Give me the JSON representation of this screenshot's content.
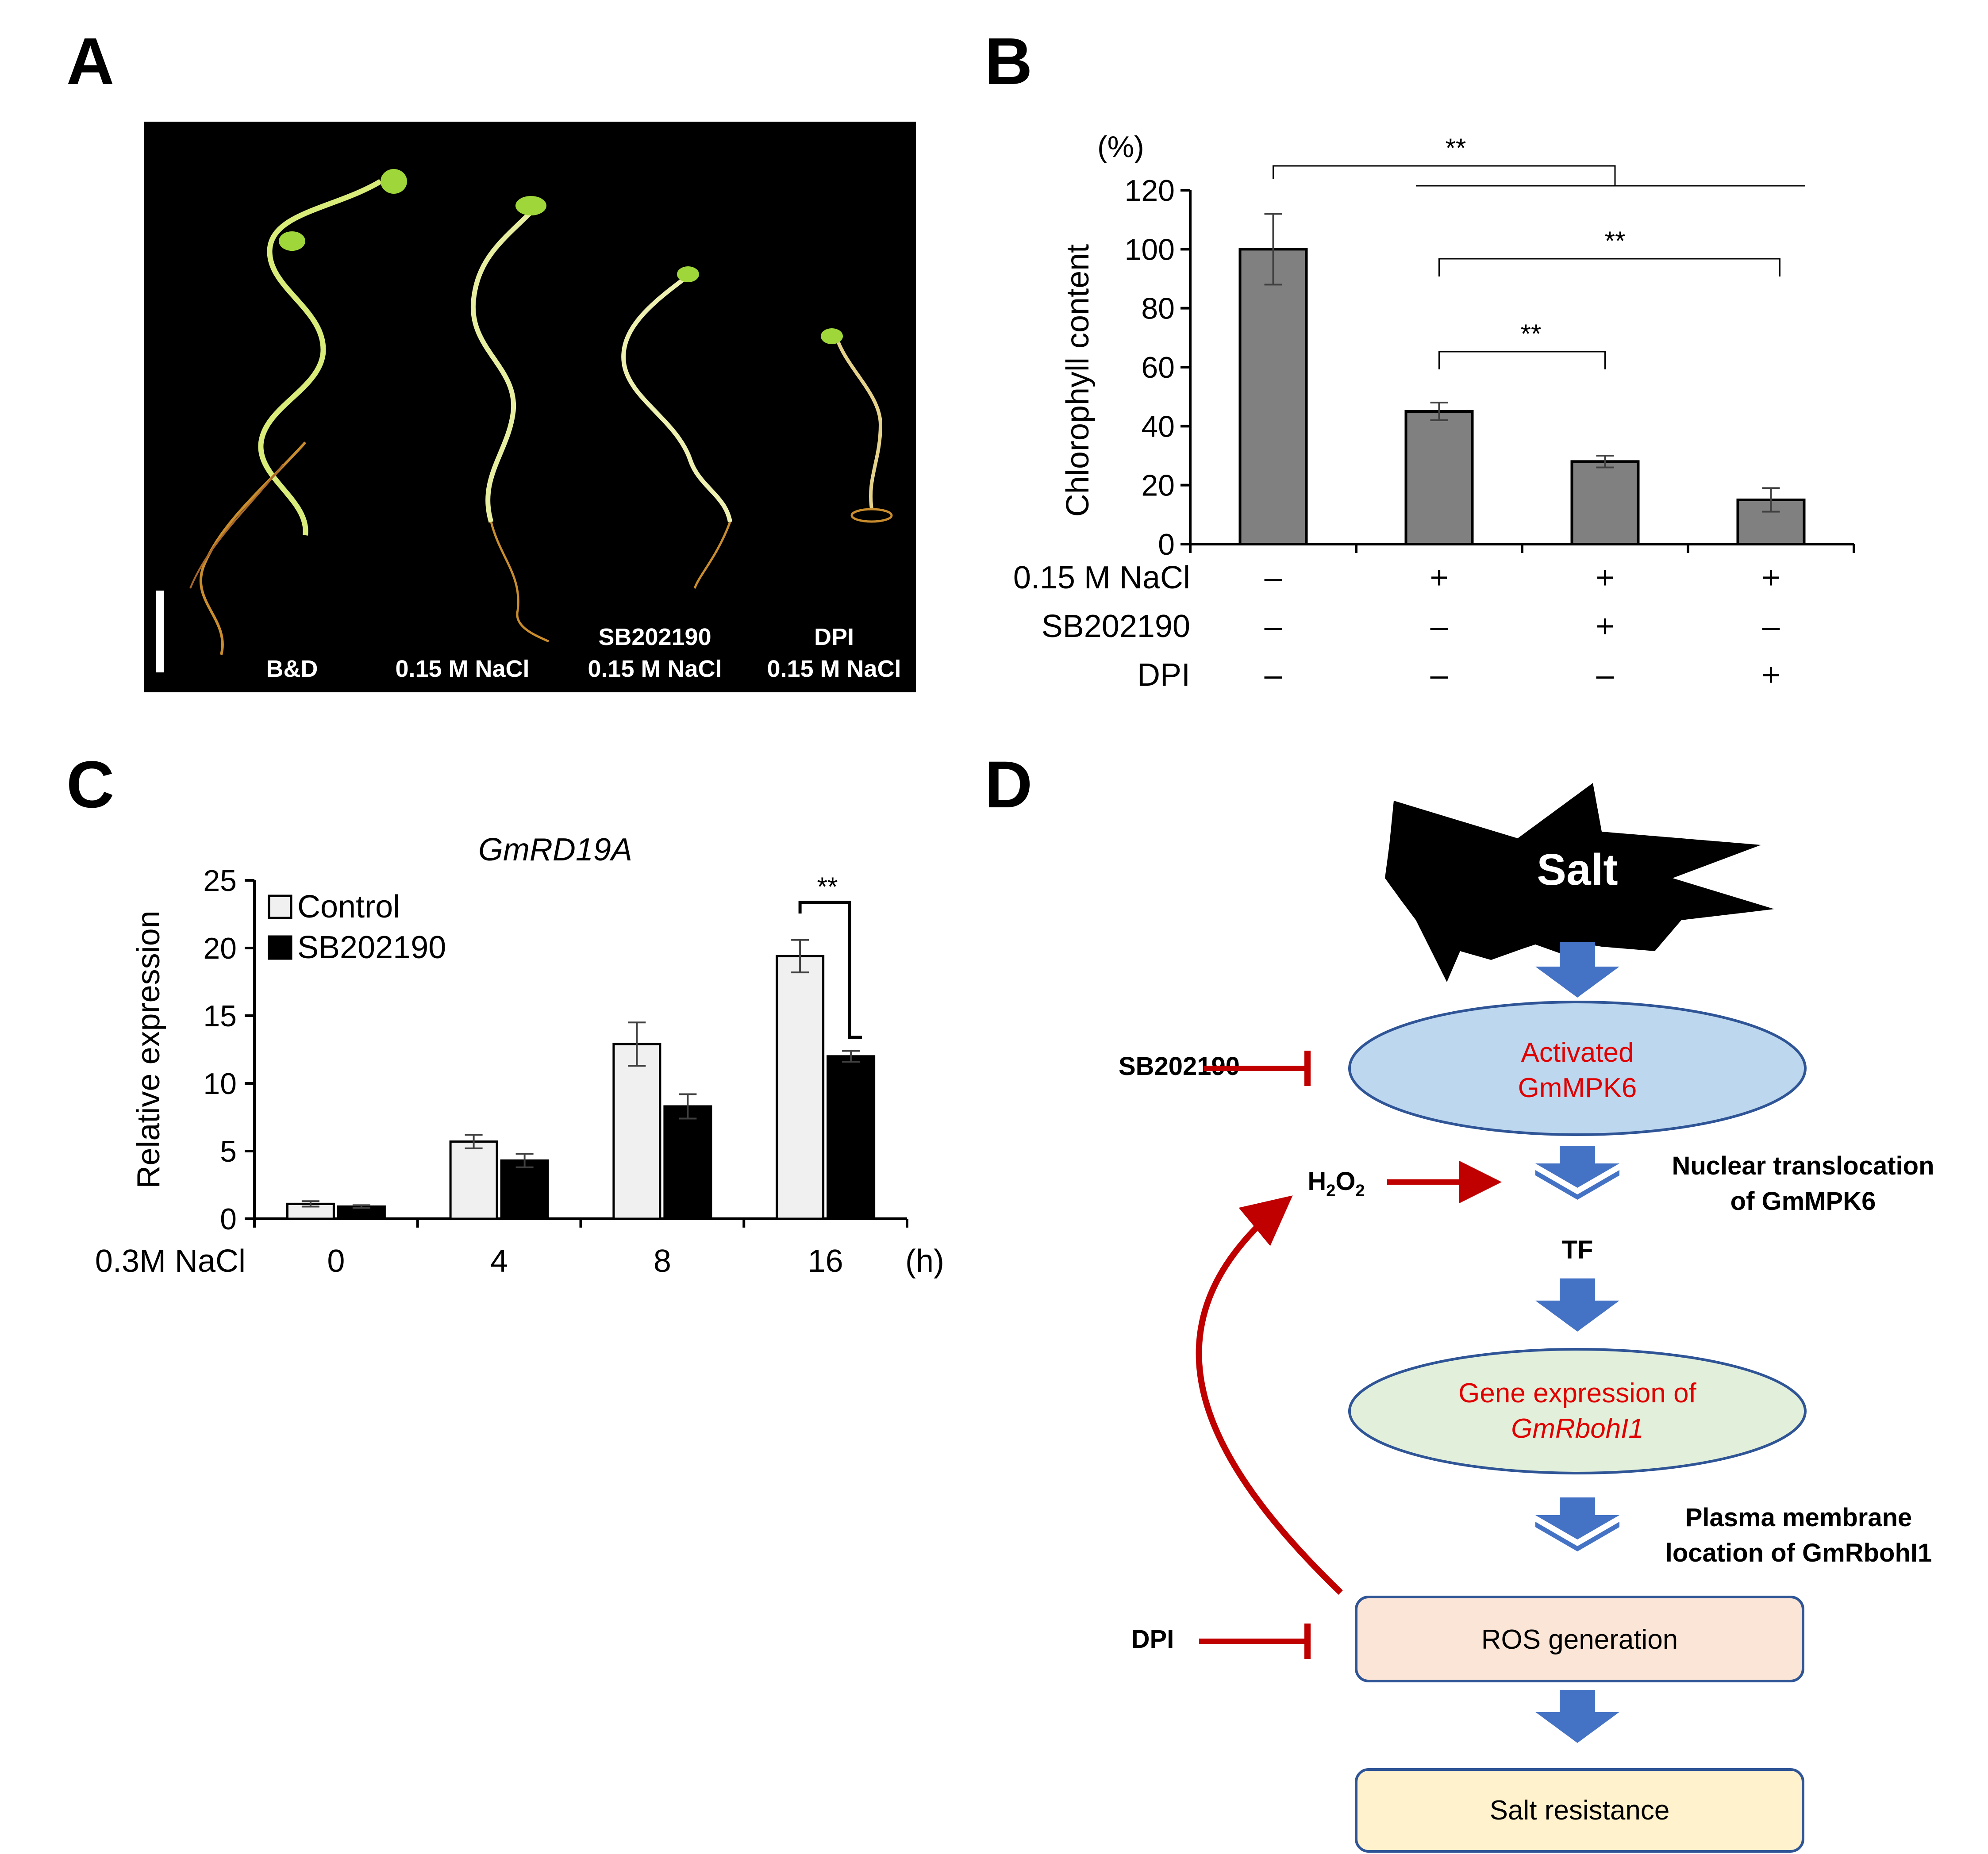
{
  "panels": {
    "A": {
      "letter": "A",
      "labels": [
        "B&D",
        "0.15 M NaCl",
        "SB202190",
        "0.15 M NaCl",
        "DPI",
        "0.15 M NaCl"
      ]
    },
    "B": {
      "letter": "B",
      "unit_label": "(%)",
      "treatment_rows": [
        {
          "label": "0.15 M NaCl",
          "values": [
            "–",
            "+",
            "+",
            "+"
          ]
        },
        {
          "label": "SB202190",
          "values": [
            "–",
            "–",
            "+",
            "–"
          ]
        },
        {
          "label": "DPI",
          "values": [
            "–",
            "–",
            "–",
            "+"
          ]
        }
      ],
      "significance": [
        "**",
        "**",
        "**"
      ]
    },
    "C": {
      "letter": "C",
      "title": "GmRD19A",
      "xaxis_prefix": "0.3M NaCl",
      "xaxis_unit": "(h)",
      "significance": "**"
    },
    "D": {
      "letter": "D",
      "salt": "Salt",
      "activated_line1": "Activated",
      "activated_line2": "GmMPK6",
      "sb_inhibitor": "SB202190",
      "h2o2_base": "H",
      "h2o2_sub1": "2",
      "h2o2_mid": "O",
      "h2o2_sub2": "2",
      "nuclear_line1": "Nuclear translocation",
      "nuclear_line2": "of GmMPK6",
      "tf": "TF",
      "gene_line1": "Gene expression of",
      "gene_line2": "GmRbohI1",
      "plasma_line1": "Plasma membrane",
      "plasma_line2": "location of GmRbohI1",
      "dpi_inhibitor": "DPI",
      "ros": "ROS generation",
      "resistance": "Salt resistance"
    }
  },
  "chart_data": [
    {
      "type": "bar",
      "ylabel": "Chlorophyll content",
      "ylim": [
        0,
        120
      ],
      "yticks": [
        0,
        20,
        40,
        60,
        80,
        100,
        120
      ],
      "categories": [
        "B&D",
        "0.15 M NaCl",
        "SB202190 + 0.15 M NaCl",
        "DPI + 0.15 M NaCl"
      ],
      "values": [
        100,
        45,
        28,
        15
      ],
      "errors": [
        12,
        3,
        2,
        4
      ],
      "bar_color": "#808080"
    },
    {
      "type": "bar",
      "title": "GmRD19A",
      "ylabel": "Relative expression",
      "ylim": [
        0,
        25
      ],
      "yticks": [
        0,
        5,
        10,
        15,
        20,
        25
      ],
      "categories": [
        "0",
        "4",
        "8",
        "16"
      ],
      "series": [
        {
          "name": "Control",
          "values": [
            1.1,
            5.7,
            12.9,
            19.4
          ],
          "errors": [
            0.2,
            0.5,
            1.6,
            1.2
          ],
          "color": "#f0f0f0"
        },
        {
          "name": "SB202190",
          "values": [
            0.9,
            4.3,
            8.3,
            12.0
          ],
          "errors": [
            0.1,
            0.5,
            0.9,
            0.4
          ],
          "color": "#000000"
        }
      ],
      "legend": "top-left"
    }
  ]
}
